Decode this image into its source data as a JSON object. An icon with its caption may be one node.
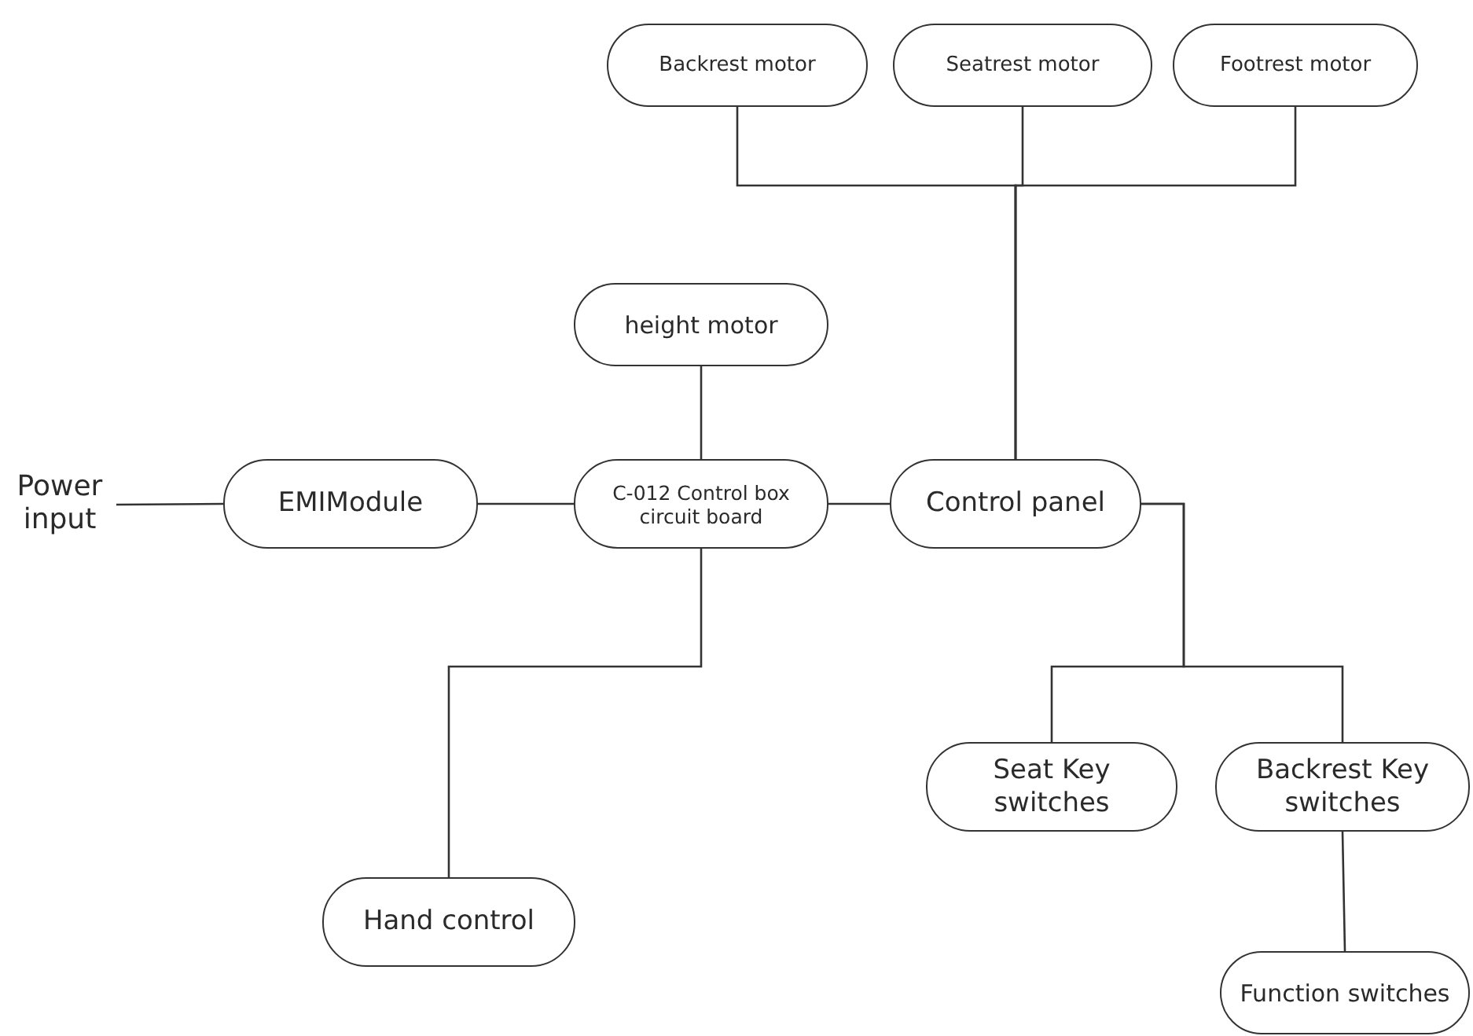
{
  "diagram": {
    "nodes": [
      {
        "text": [
          "Backrest motor"
        ]
      },
      {
        "text": [
          "Seatrest motor"
        ]
      },
      {
        "text": [
          "Footrest motor"
        ]
      },
      {
        "text": [
          "height motor"
        ]
      },
      {
        "text": [
          "Power input"
        ]
      },
      {
        "text": [
          "EMIModule"
        ]
      },
      {
        "text": [
          "C-012 Control box circuit board"
        ]
      },
      {
        "text": [
          "Control panel"
        ]
      },
      {
        "text": [
          "Seat Key switches"
        ]
      },
      {
        "text": [
          "Backrest Key switches"
        ]
      },
      {
        "text": [
          "Hand control"
        ]
      },
      {
        "text": [
          "Function switches"
        ]
      }
    ],
    "edges": [
      {
        "from": 0,
        "to": 7,
        "arrow": "none"
      },
      {
        "from": 1,
        "to": 7,
        "arrow": "none"
      },
      {
        "from": 2,
        "to": 7,
        "arrow": "none"
      },
      {
        "from": 3,
        "to": 6,
        "arrow": "none"
      },
      {
        "from": 4,
        "to": 5,
        "arrow": "none"
      },
      {
        "from": 5,
        "to": 6,
        "arrow": "none"
      },
      {
        "from": 6,
        "to": 7,
        "arrow": "none"
      },
      {
        "from": 7,
        "to": 8,
        "arrow": "none"
      },
      {
        "from": 7,
        "to": 9,
        "arrow": "none"
      },
      {
        "from": 9,
        "to": 11,
        "arrow": "none"
      },
      {
        "from": 6,
        "to": 10,
        "arrow": "none"
      }
    ]
  }
}
